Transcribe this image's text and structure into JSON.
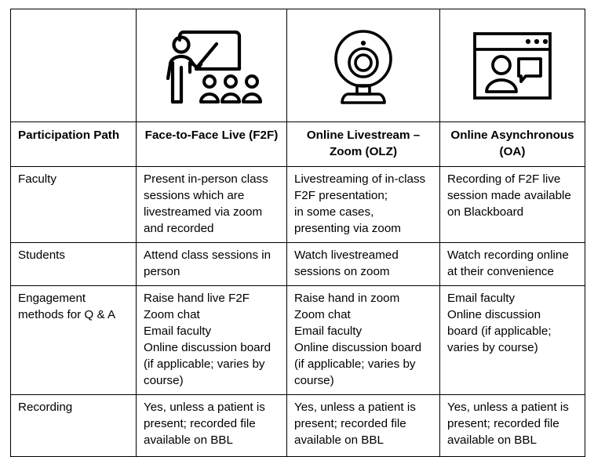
{
  "table": {
    "icon_row": [
      {
        "icon": "",
        "name": "empty-corner"
      },
      {
        "icon": "classroom-instructor-icon",
        "name": "classroom-instructor-icon"
      },
      {
        "icon": "webcam-icon",
        "name": "webcam-icon"
      },
      {
        "icon": "browser-video-chat-icon",
        "name": "browser-video-chat-icon"
      }
    ],
    "headers": [
      "Participation Path",
      "Face-to-Face Live (F2F)",
      "Online Livestream –\nZoom (OLZ)",
      "Online Asynchronous\n(OA)"
    ],
    "rows": [
      {
        "label": "Faculty",
        "cells": [
          "Present in-person class\nsessions which are\nlivestreamed via zoom\nand recorded",
          "Livestreaming of in-class\nF2F presentation;\nin some cases,\npresenting via zoom",
          "Recording of F2F live\nsession made available\non Blackboard"
        ]
      },
      {
        "label": "Students",
        "cells": [
          "Attend class sessions in\nperson",
          "Watch livestreamed\nsessions on zoom",
          "Watch recording online\nat their convenience"
        ]
      },
      {
        "label": "Engagement\nmethods for Q & A",
        "cells": [
          "Raise hand live F2F\nZoom chat\nEmail faculty\nOnline discussion board\n(if applicable; varies by\ncourse)",
          "Raise hand in zoom\nZoom chat\nEmail faculty\nOnline discussion board\n(if applicable; varies by\ncourse)",
          "Email faculty\nOnline discussion\nboard (if applicable;\nvaries by course)"
        ]
      },
      {
        "label": "Recording",
        "cells": [
          "Yes, unless a patient is\npresent; recorded file\navailable on BBL",
          "Yes, unless a patient is\npresent; recorded file\navailable on BBL",
          "Yes, unless a patient is\npresent; recorded file\navailable on BBL"
        ]
      }
    ]
  },
  "colors": {
    "border": "#000000",
    "text": "#000000",
    "background": "#FFFFFF"
  }
}
